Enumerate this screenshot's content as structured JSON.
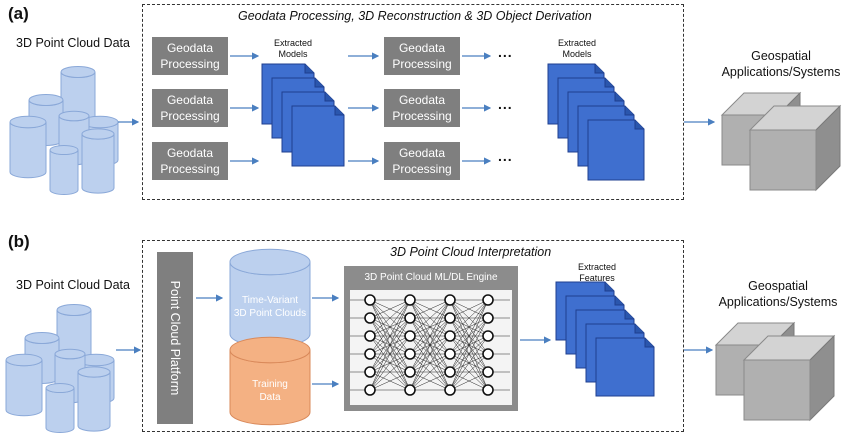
{
  "panel_a": {
    "label": "(a)",
    "title": "Geodata Processing, 3D Reconstruction & 3D Object Derivation",
    "input_label": "3D Point Cloud Data",
    "processing_label": "Geodata\nProcessing",
    "extracted_models_label": "Extracted\nModels",
    "dots": "...",
    "output_label": "Geospatial\nApplications/Systems"
  },
  "panel_b": {
    "label": "(b)",
    "title": "3D Point Cloud Interpretation",
    "input_label": "3D Point Cloud Data",
    "platform_label": "Point Cloud Platform",
    "time_variant_label": "Time-Variant\n3D Point Clouds",
    "training_label": "Training\nData",
    "engine_label": "3D Point Cloud ML/DL Engine",
    "extracted_features_label": "Extracted\nFeatures",
    "output_label": "Geospatial\nApplications/Systems"
  },
  "colors": {
    "cylinder_fill": "#bcd0ee",
    "cylinder_stroke": "#8aa8d8",
    "model_fill": "#3f6fcf",
    "model_stroke": "#1f3f8f",
    "box_fill": "#7f7f7f",
    "arrow": "#4a7fc0",
    "training_fill": "#f4b183",
    "cube_fill": "#b0b0b0"
  }
}
